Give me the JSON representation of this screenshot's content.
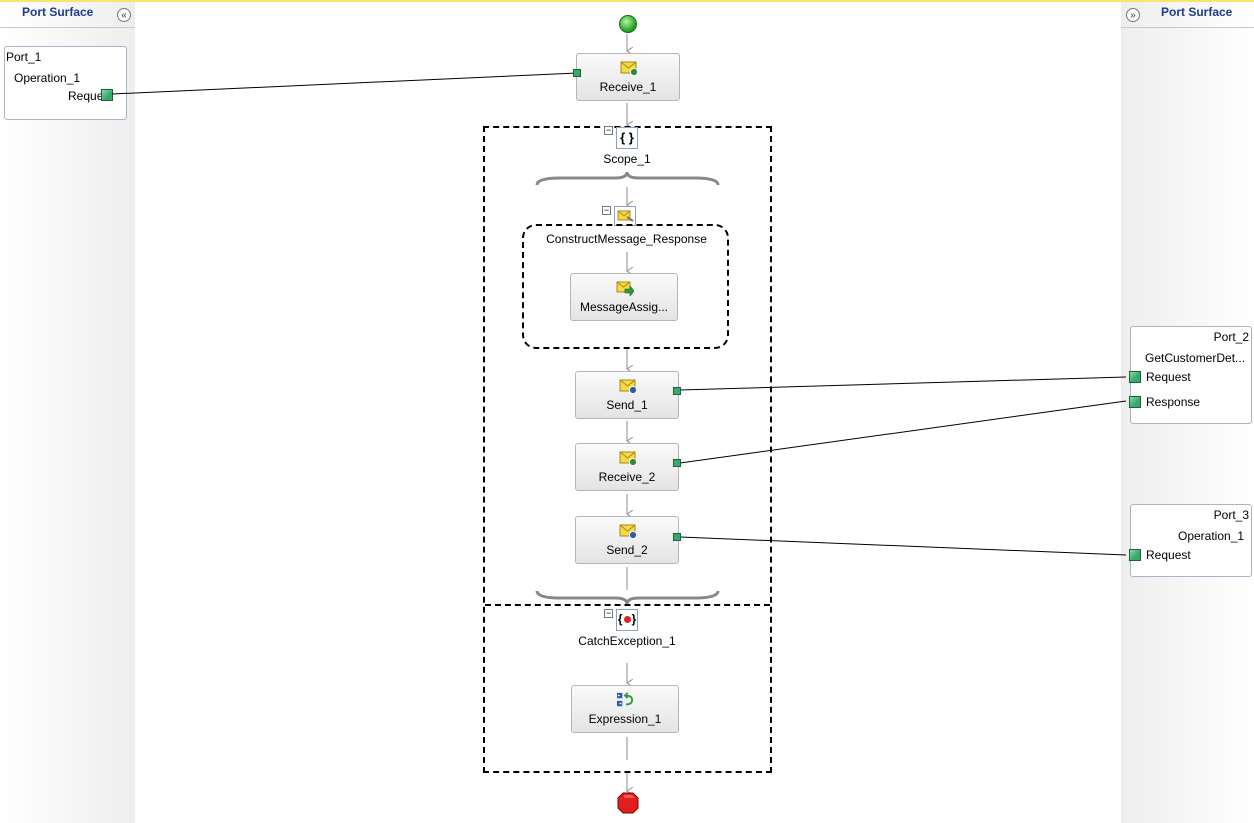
{
  "left_surface": {
    "title": "Port Surface",
    "collapse_glyph": "«"
  },
  "right_surface": {
    "title": "Port Surface",
    "collapse_glyph": "»"
  },
  "ports": {
    "port_1": {
      "name": "Port_1",
      "operation": "Operation_1",
      "message": "Reque"
    },
    "port_2": {
      "name": "Port_2",
      "operation": "GetCustomerDet...",
      "request": "Request",
      "response": "Response"
    },
    "port_3": {
      "name": "Port_3",
      "operation": "Operation_1",
      "request": "Request"
    }
  },
  "orchestration": {
    "receive_1": "Receive_1",
    "scope_1": "Scope_1",
    "construct_message": "ConstructMessage_Response",
    "message_assignment": "MessageAssig...",
    "send_1": "Send_1",
    "receive_2": "Receive_2",
    "send_2": "Send_2",
    "catch_exception": "CatchException_1",
    "expression_1": "Expression_1"
  },
  "icons": {
    "start": "start-shape-icon",
    "end": "end-shape-icon",
    "receive": "envelope-receive-icon",
    "send": "envelope-send-icon",
    "scope": "scope-braces-icon",
    "construct": "construct-message-icon",
    "assign": "message-assignment-icon",
    "catch": "catch-exception-icon",
    "expression": "expression-icon"
  },
  "colors": {
    "surface_title": "#1d3c8f",
    "pin": "#3aa86c",
    "start": "#2eaa2e",
    "end": "#e02020"
  }
}
